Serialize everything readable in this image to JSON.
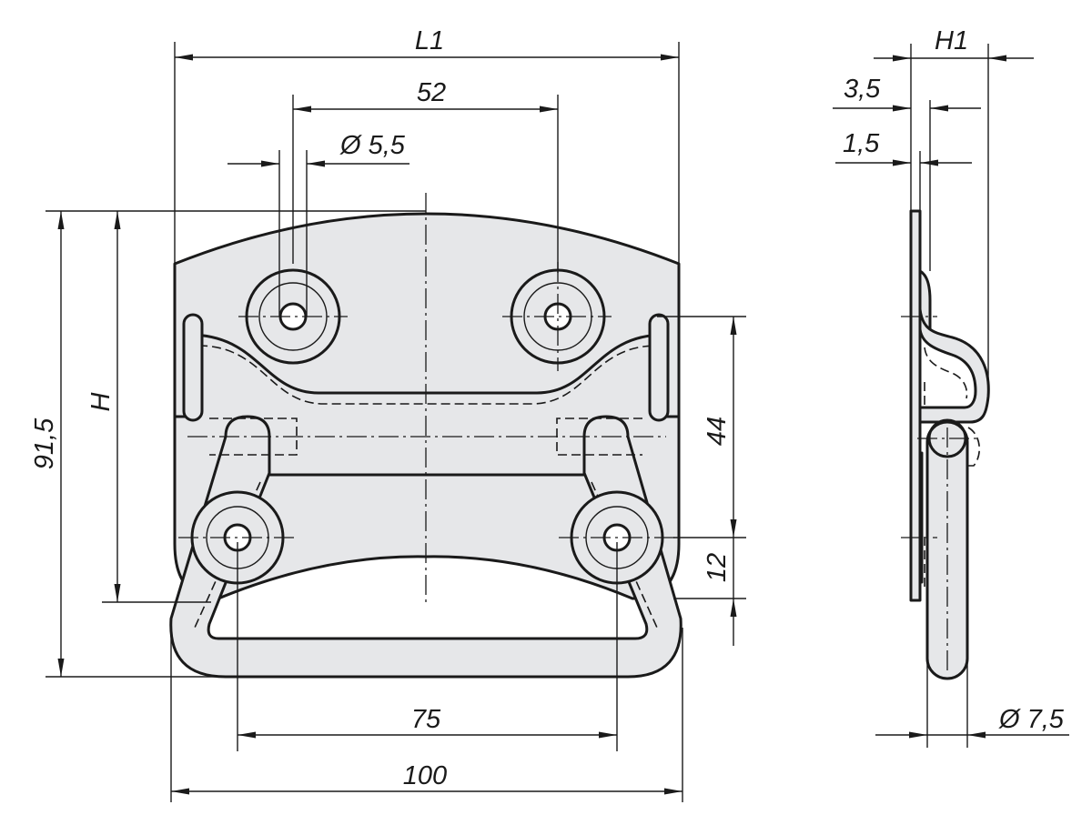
{
  "drawing": {
    "dimensions": {
      "l1": "L1",
      "hole_spacing_top": "52",
      "hole_diameter": "Ø 5,5",
      "total_height": "91,5",
      "height": "H",
      "hole_spacing_vertical": "44",
      "offset": "12",
      "hole_spacing_bottom": "75",
      "overall_width": "100",
      "h1": "H1",
      "thickness_total": "3,5",
      "sheet_thickness": "1,5",
      "wire_diameter": "Ø 7,5"
    }
  }
}
